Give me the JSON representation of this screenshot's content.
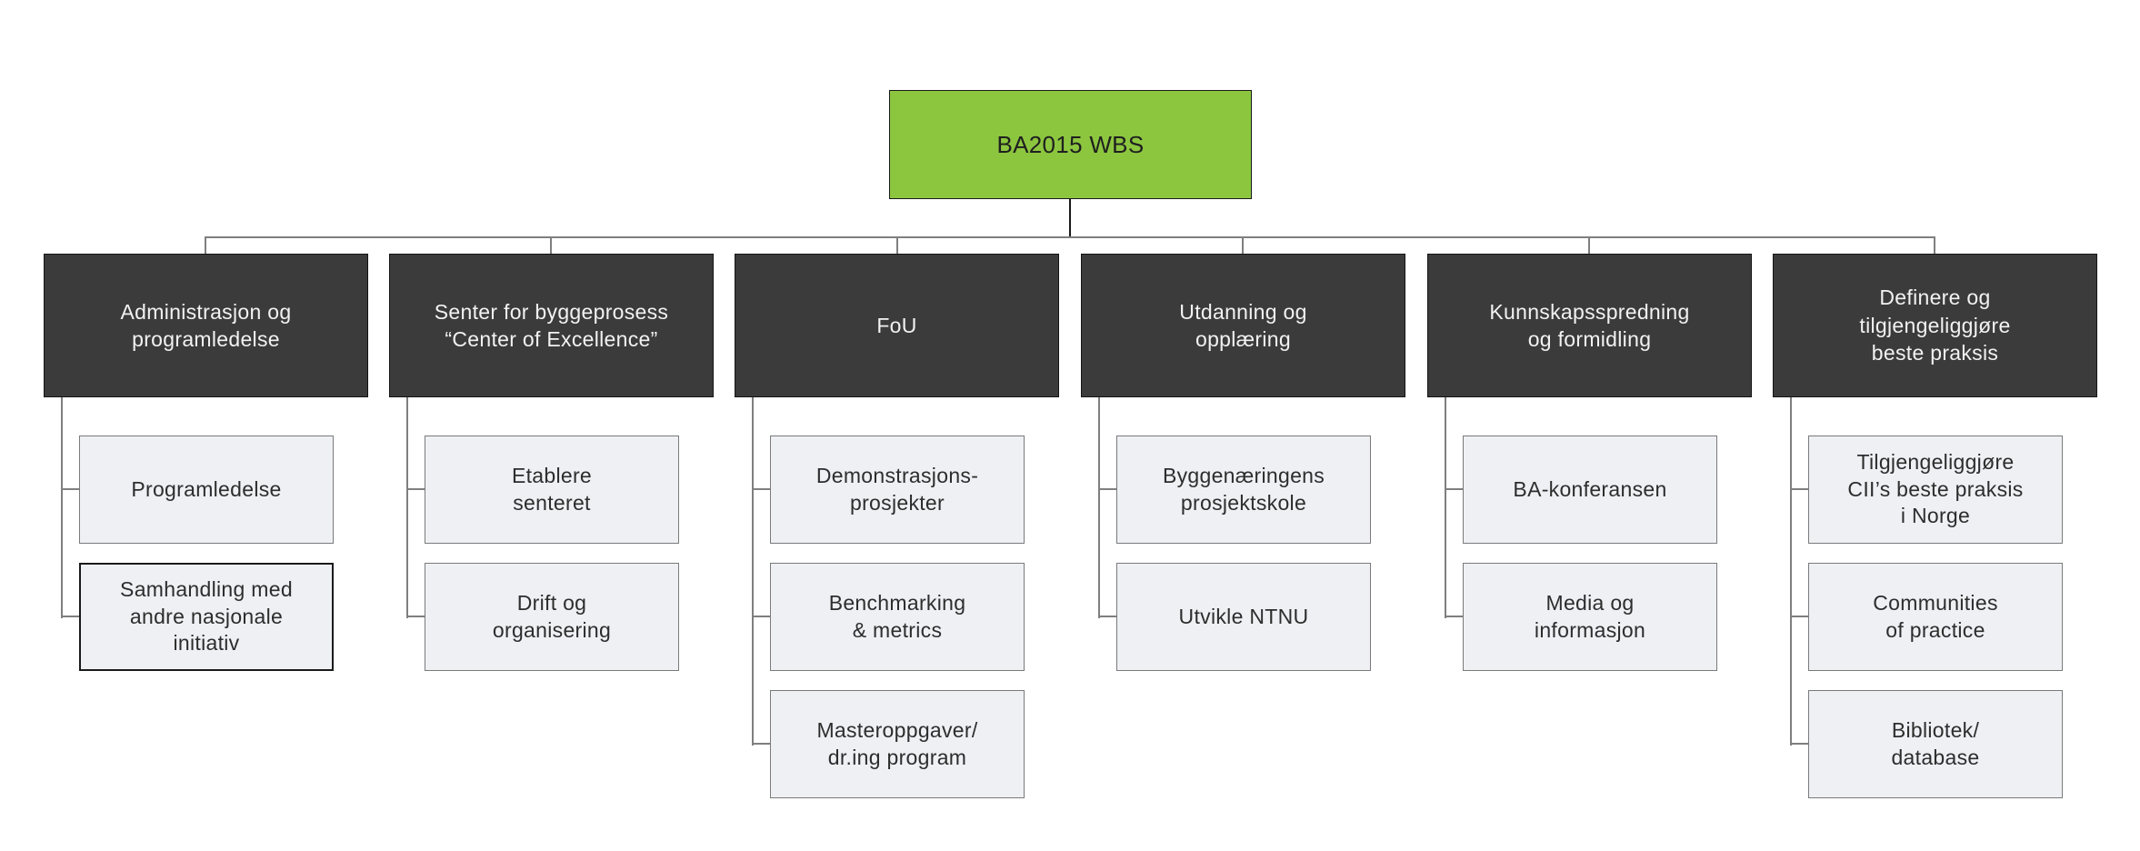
{
  "diagram": {
    "root": "BA2015 WBS",
    "columns": [
      {
        "title": "Administrasjon og\nprogramledelse",
        "children": [
          "Programledelse",
          "Samhandling med\nandre nasjonale\ninitiativ"
        ]
      },
      {
        "title": "Senter for byggeprosess\n“Center of Excellence”",
        "children": [
          "Etablere\nsenteret",
          "Drift og\norganisering"
        ]
      },
      {
        "title": "FoU",
        "children": [
          "Demonstrasjons-\nprosjekter",
          "Benchmarking\n& metrics",
          "Masteroppgaver/\ndr.ing program"
        ]
      },
      {
        "title": "Utdanning og\nopplæring",
        "children": [
          "Byggenæringens\nprosjektskole",
          "Utvikle NTNU"
        ]
      },
      {
        "title": "Kunnskapsspredning\nog formidling",
        "children": [
          "BA-konferansen",
          "Media og\ninformasjon"
        ]
      },
      {
        "title": "Definere og\ntilgjengeliggjøre\nbeste praksis",
        "children": [
          "Tilgjengeliggjøre\nCII’s beste praksis\ni Norge",
          "Communities\nof practice",
          "Bibliotek/\ndatabase"
        ]
      }
    ],
    "colors": {
      "root-fill": "#8cc63f",
      "root-border": "#1a1a1a",
      "branch-fill": "#3b3b3b",
      "branch-text": "#f2f2f2",
      "child-fill": "#eef0f4",
      "child-border": "#7a7a7a",
      "selected-border": "#1a1a1a",
      "connector": "#7f7f7f",
      "background": "#ffffff"
    }
  }
}
